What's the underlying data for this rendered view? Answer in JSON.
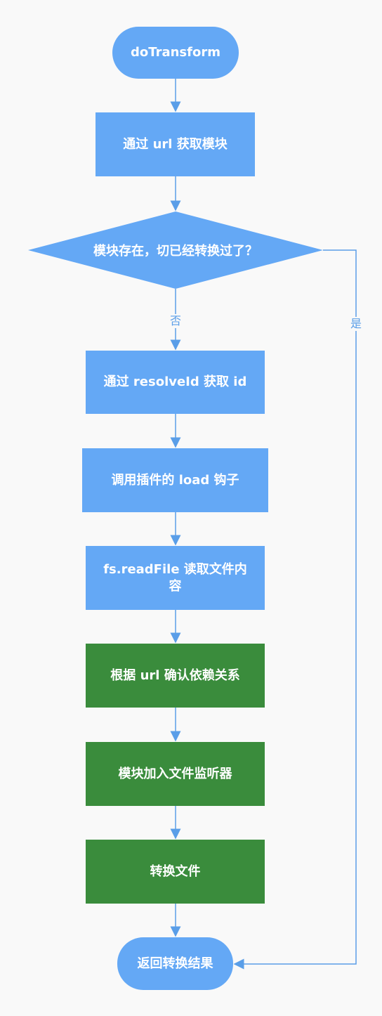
{
  "colors": {
    "process_blue": "#64a8f5",
    "process_green": "#3a8c3c",
    "connector": "#5a9ee8",
    "background": "#f9f9f9"
  },
  "nodes": {
    "start": "doTransform",
    "get_module_by_url": "通过 url 获取模块",
    "decision": "模块存在，切已经转换过了？",
    "resolve_id": "通过 resolveId 获取 id",
    "call_load_hook": "调用插件的 load 钩子",
    "read_file": "fs.readFile 读取文件内容",
    "confirm_deps": "根据 url 确认依赖关系",
    "add_watcher": "模块加入文件监听器",
    "transform_file": "转换文件",
    "end": "返回转换结果"
  },
  "edges": {
    "no_label": "否",
    "yes_label": "是"
  }
}
